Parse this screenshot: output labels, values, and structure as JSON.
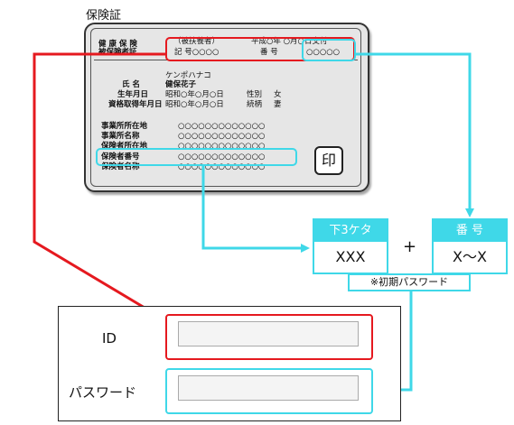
{
  "card": {
    "title": "保険証",
    "header_line1": "健 康 保 険",
    "header_line2": "被保険者証",
    "header_insured": "（被扶養者）",
    "header_date": "平成○年 ○月○日交付",
    "symbol_label": "記 号○○○○",
    "number_label": "番 号",
    "number_value": "○○○○○",
    "kana": "ケンポハナコ",
    "name_label": "氏 名",
    "name_value": "健保花子",
    "birth_label": "生年月日",
    "birth_value": "昭和○年○月○日",
    "sex_label": "性別",
    "sex_value": "女",
    "acq_label": "資格取得年月日",
    "acq_value": "昭和○年○月○日",
    "rel_label": "続柄",
    "rel_value": "妻",
    "rows": [
      {
        "label": "事業所所在地",
        "value": "○○○○○○○○○○○○○"
      },
      {
        "label": "事業所名称",
        "value": "○○○○○○○○○○○○○"
      },
      {
        "label": "保険者所在地",
        "value": "○○○○○○○○○○○○○"
      },
      {
        "label": "保険者番号",
        "value": "○○○○○○○○○○○○○"
      },
      {
        "label": "保険者名称",
        "value": "○○○○○○○○○○○○○"
      }
    ],
    "stamp": "印"
  },
  "formula": {
    "left_head": "下3ケタ",
    "left_value": "XXX",
    "plus": "+",
    "right_head": "番 号",
    "right_value": "X～X",
    "note": "※初期パスワード"
  },
  "form": {
    "id_label": "ID",
    "password_label": "パスワード"
  },
  "colors": {
    "red": "#e5191f",
    "cyan": "#3fd8e8"
  }
}
